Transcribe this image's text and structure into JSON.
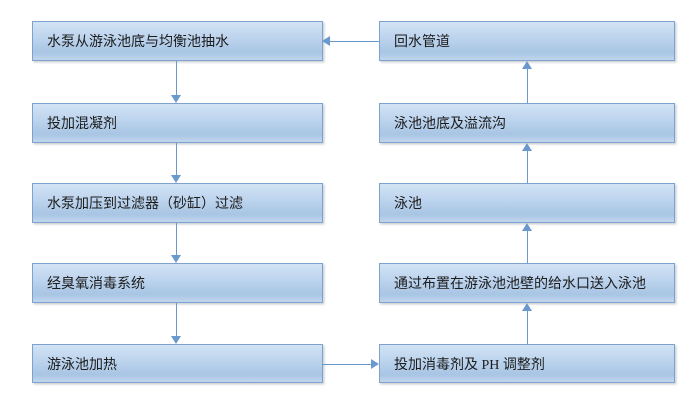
{
  "flowchart": {
    "description": "Swimming pool water circulation and treatment process flowchart",
    "background_color": "#ffffff",
    "box_style": {
      "fill_top": "#d2e3f4",
      "fill_bottom": "#a8c5e4",
      "border_color": "#7da2ce",
      "text_color": "#1c1c1c"
    },
    "arrow_color": "#6a99cf",
    "left_column": [
      {
        "label": "水泵从游泳池底与均衡池抽水"
      },
      {
        "label": "投加混凝剂"
      },
      {
        "label": "水泵加压到过滤器（砂缸）过滤"
      },
      {
        "label": "经臭氧消毒系统"
      },
      {
        "label": "游泳池加热"
      }
    ],
    "right_column": [
      {
        "label": "回水管道"
      },
      {
        "label": "泳池池底及溢流沟"
      },
      {
        "label": "泳池"
      },
      {
        "label": "通过布置在游泳池池壁的给水口送入泳池"
      },
      {
        "label": "投加消毒剂及 PH 调整剂"
      }
    ],
    "connections": [
      {
        "from": "水泵从游泳池底与均衡池抽水",
        "to": "投加混凝剂",
        "direction": "down"
      },
      {
        "from": "投加混凝剂",
        "to": "水泵加压到过滤器（砂缸）过滤",
        "direction": "down"
      },
      {
        "from": "水泵加压到过滤器（砂缸）过滤",
        "to": "经臭氧消毒系统",
        "direction": "down"
      },
      {
        "from": "经臭氧消毒系统",
        "to": "游泳池加热",
        "direction": "down"
      },
      {
        "from": "游泳池加热",
        "to": "投加消毒剂及 PH 调整剂",
        "direction": "right"
      },
      {
        "from": "投加消毒剂及 PH 调整剂",
        "to": "通过布置在游泳池池壁的给水口送入泳池",
        "direction": "up"
      },
      {
        "from": "通过布置在游泳池池壁的给水口送入泳池",
        "to": "泳池",
        "direction": "up"
      },
      {
        "from": "泳池",
        "to": "泳池池底及溢流沟",
        "direction": "up"
      },
      {
        "from": "泳池池底及溢流沟",
        "to": "回水管道",
        "direction": "up"
      },
      {
        "from": "回水管道",
        "to": "水泵从游泳池底与均衡池抽水",
        "direction": "left"
      }
    ]
  }
}
